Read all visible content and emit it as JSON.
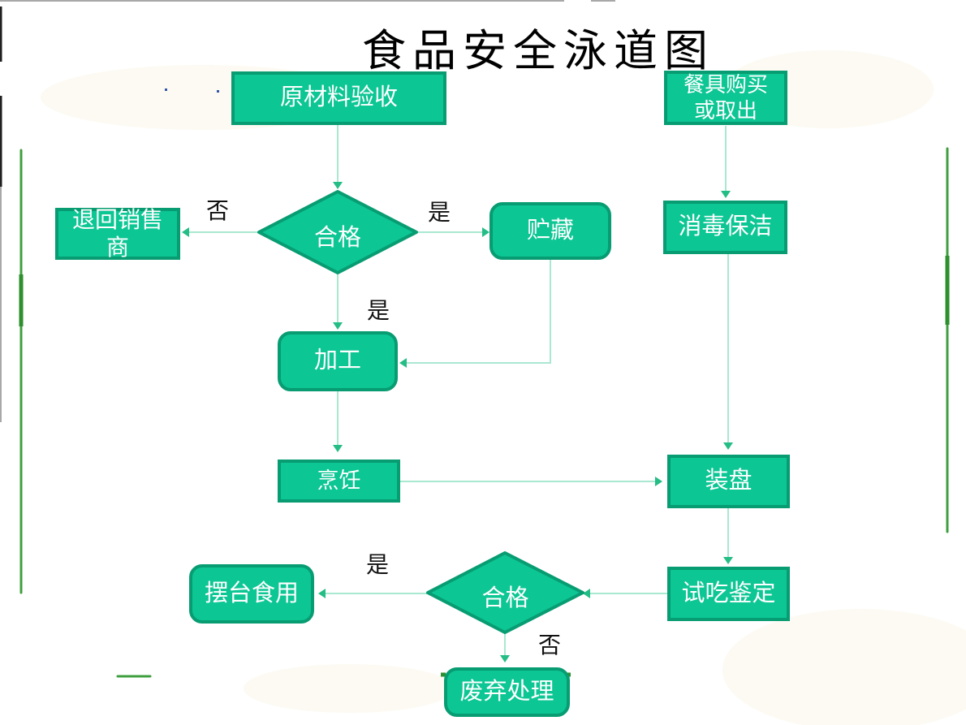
{
  "title": "食品安全泳道图",
  "colors": {
    "node_fill": "#0cc694",
    "node_border": "#089c72",
    "node_text": "#ffffff",
    "connector": "#a9e8d1",
    "arrowhead": "#24bd85",
    "lane_line": "#3f9f3f",
    "label_text": "#111111"
  },
  "nodes": {
    "raw_material": {
      "label": "原材料验收"
    },
    "tableware": {
      "label": "餐具购买\n或取出"
    },
    "return_seller": {
      "label": "退回销售\n商"
    },
    "decision1": {
      "label": "合格"
    },
    "storage": {
      "label": "贮藏"
    },
    "disinfect": {
      "label": "消毒保洁"
    },
    "process": {
      "label": "加工"
    },
    "cook": {
      "label": "烹饪"
    },
    "plate": {
      "label": "装盘"
    },
    "taste_test": {
      "label": "试吃鉴定"
    },
    "decision2": {
      "label": "合格"
    },
    "serve": {
      "label": "摆台食用"
    },
    "dispose": {
      "label": "废弃处理"
    }
  },
  "edge_labels": {
    "d1_no": "否",
    "d1_yes_right": "是",
    "d1_yes_down": "是",
    "d2_yes": "是",
    "d2_no": "否"
  }
}
